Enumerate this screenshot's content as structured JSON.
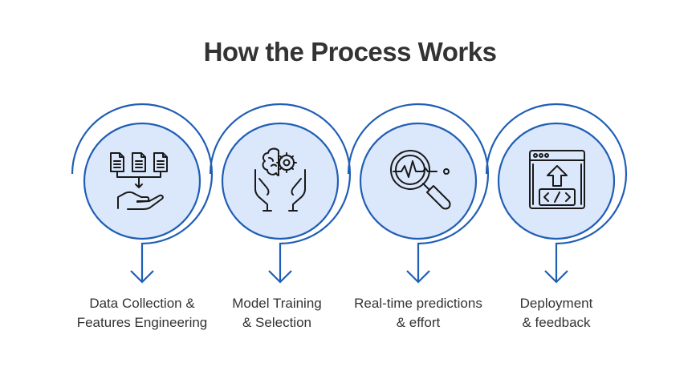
{
  "title": "How the Process Works",
  "colors": {
    "ring": "#1f5eb5",
    "circle_fill": "#dbe7fb",
    "icon_stroke": "#1a1a1a",
    "text": "#333333",
    "background": "#ffffff"
  },
  "steps": [
    {
      "icon": "data-collection-hand-icon",
      "line1": "Data Collection &",
      "line2": "Features Engineering"
    },
    {
      "icon": "brain-gear-hands-icon",
      "line1": "Model Training",
      "line2": "& Selection"
    },
    {
      "icon": "magnifier-pulse-icon",
      "line1": "Real-time predictions",
      "line2": "& effort"
    },
    {
      "icon": "browser-upload-code-icon",
      "line1": "Deployment",
      "line2": "& feedback"
    }
  ]
}
